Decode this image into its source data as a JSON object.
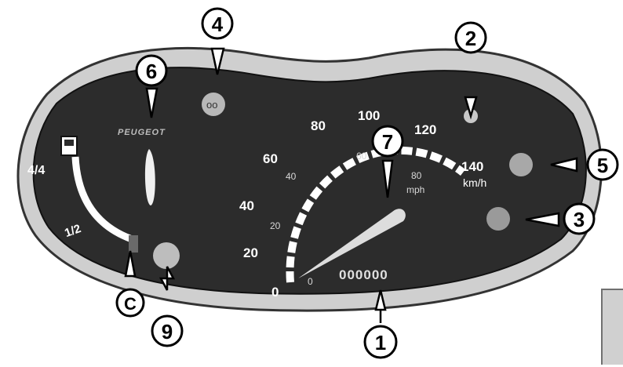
{
  "dashboard": {
    "brand": "PEUGEOT",
    "speedometer": {
      "kmh_ticks": [
        "0",
        "20",
        "40",
        "60",
        "80",
        "100",
        "120",
        "140"
      ],
      "kmh_unit": "km/h",
      "mph_ticks": [
        "0",
        "20",
        "40",
        "60",
        "80"
      ],
      "mph_unit": "mph",
      "odometer": "000000"
    },
    "fuel_gauge": {
      "label_full": "4/4",
      "label_half": "1/2",
      "marker_label": "C"
    }
  },
  "callouts": [
    "1",
    "2",
    "3",
    "4",
    "5",
    "6",
    "7",
    "9"
  ],
  "colors": {
    "panel": "#2c2c2c",
    "scale_white": "#ffffff",
    "outline": "#000000"
  }
}
